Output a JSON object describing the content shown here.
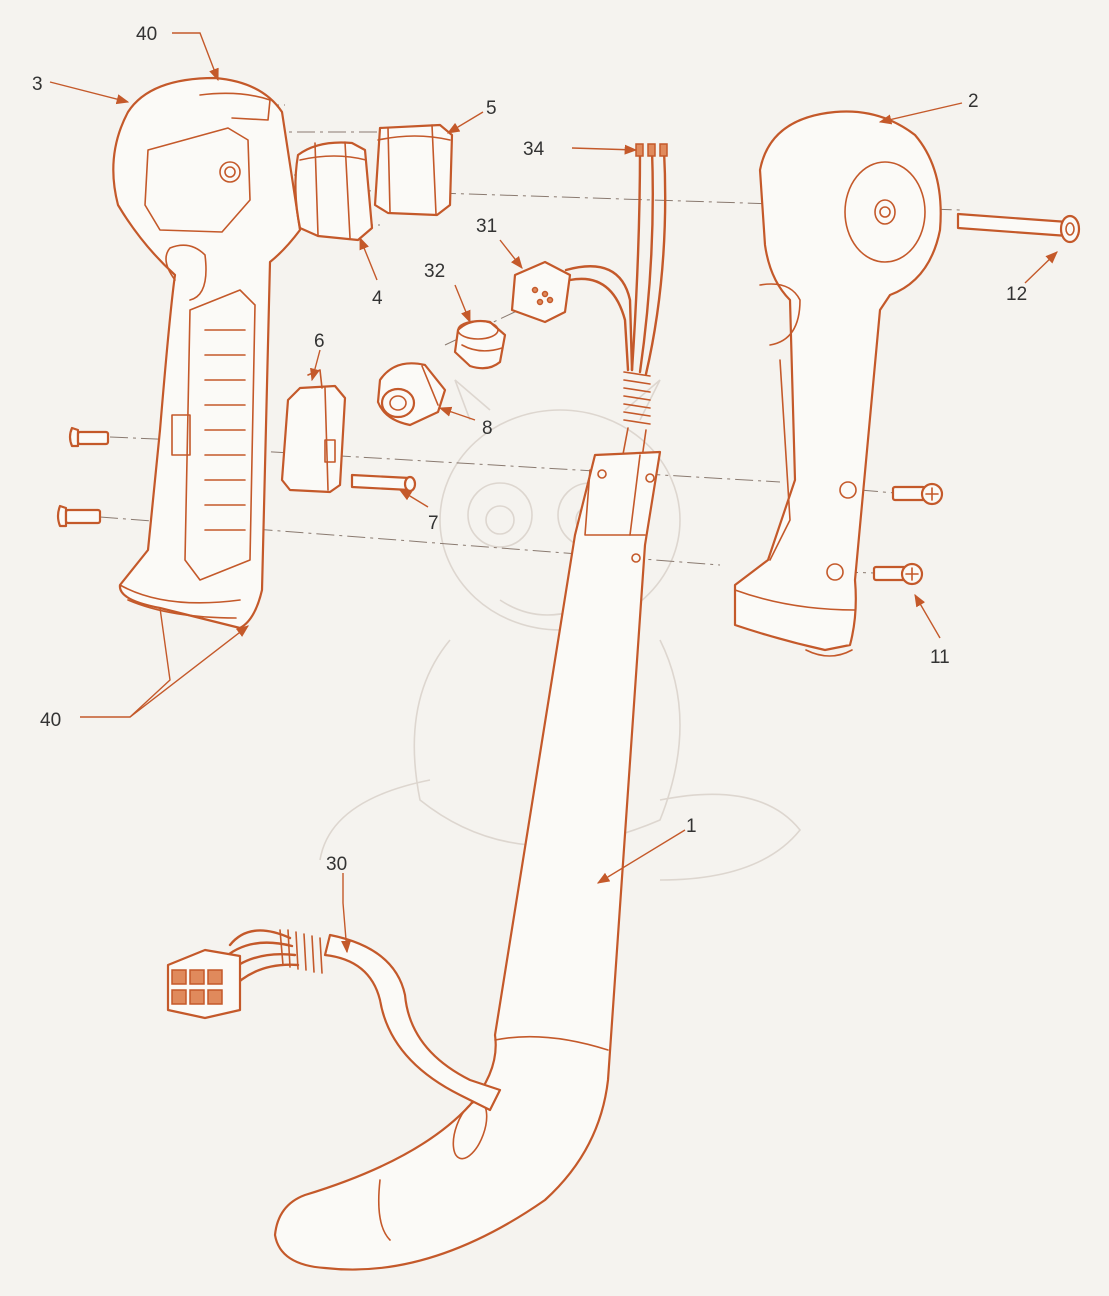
{
  "colors": {
    "line": "#c4592a",
    "fill_accent": "#e08a5c",
    "background": "#f5f3ef",
    "callout_text": "#333333",
    "watermark": "#ddd6cf"
  },
  "callouts": [
    {
      "id": "c40a",
      "label": "40"
    },
    {
      "id": "c3",
      "label": "3"
    },
    {
      "id": "c5",
      "label": "5"
    },
    {
      "id": "c34",
      "label": "34"
    },
    {
      "id": "c2",
      "label": "2"
    },
    {
      "id": "c31",
      "label": "31"
    },
    {
      "id": "c32",
      "label": "32"
    },
    {
      "id": "c4",
      "label": "4"
    },
    {
      "id": "c12",
      "label": "12"
    },
    {
      "id": "c6",
      "label": "6"
    },
    {
      "id": "c8",
      "label": "8"
    },
    {
      "id": "c7",
      "label": "7"
    },
    {
      "id": "c11",
      "label": "11"
    },
    {
      "id": "c40b",
      "label": "40"
    },
    {
      "id": "c1",
      "label": "1"
    },
    {
      "id": "c30",
      "label": "30"
    }
  ]
}
